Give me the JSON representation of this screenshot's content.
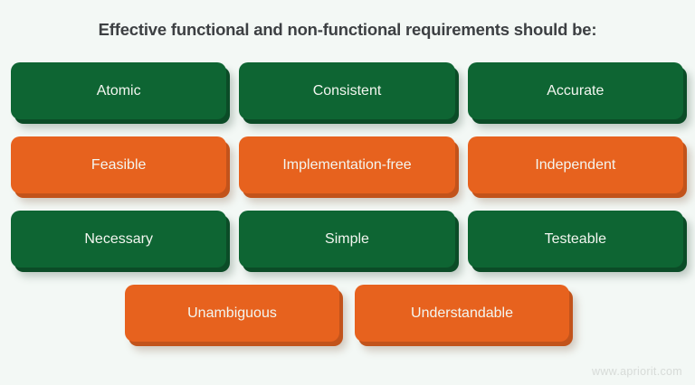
{
  "title": "Effective functional and non-functional requirements should be:",
  "watermark": "www.apriorit.com",
  "colors": {
    "background": "#f3f8f5",
    "green": "#0e6533",
    "green_shadow": "#0b4c27",
    "orange": "#e7621e",
    "orange_shadow": "#c2531b",
    "title_text": "#3d4043",
    "card_text": "#f3f6f0",
    "watermark_text": "#d7dbd8"
  },
  "rows": [
    {
      "items": [
        {
          "label": "Atomic",
          "color": "green"
        },
        {
          "label": "Consistent",
          "color": "green"
        },
        {
          "label": "Accurate",
          "color": "green"
        }
      ]
    },
    {
      "items": [
        {
          "label": "Feasible",
          "color": "orange"
        },
        {
          "label": "Implementation-free",
          "color": "orange"
        },
        {
          "label": "Independent",
          "color": "orange"
        }
      ]
    },
    {
      "items": [
        {
          "label": "Necessary",
          "color": "green"
        },
        {
          "label": "Simple",
          "color": "green"
        },
        {
          "label": "Testeable",
          "color": "green"
        }
      ]
    },
    {
      "items": [
        {
          "label": "Unambiguous",
          "color": "orange"
        },
        {
          "label": "Understandable",
          "color": "orange"
        }
      ]
    }
  ]
}
